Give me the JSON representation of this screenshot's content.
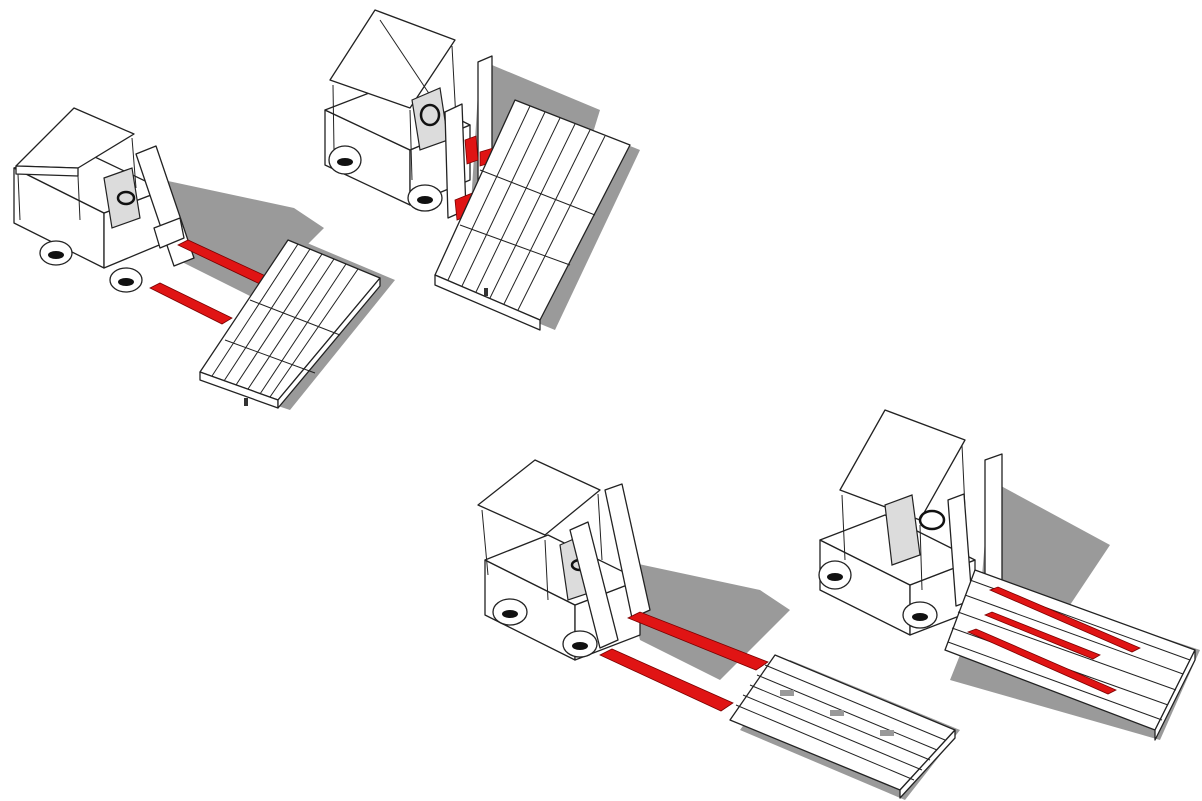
{
  "palette": {
    "background": "#ffffff",
    "outline": "#222222",
    "forks": "#e01414",
    "shadow": "#9a9a9a",
    "panel": "#dcdcdc"
  },
  "scenes": [
    {
      "id": "forklift-approach",
      "forks_inserted": false
    },
    {
      "id": "forklift-lift-tilted",
      "forks_inserted": true
    },
    {
      "id": "forklift-approach-2",
      "forks_inserted": false
    },
    {
      "id": "forklift-inserted-flat",
      "forks_inserted": true
    }
  ]
}
